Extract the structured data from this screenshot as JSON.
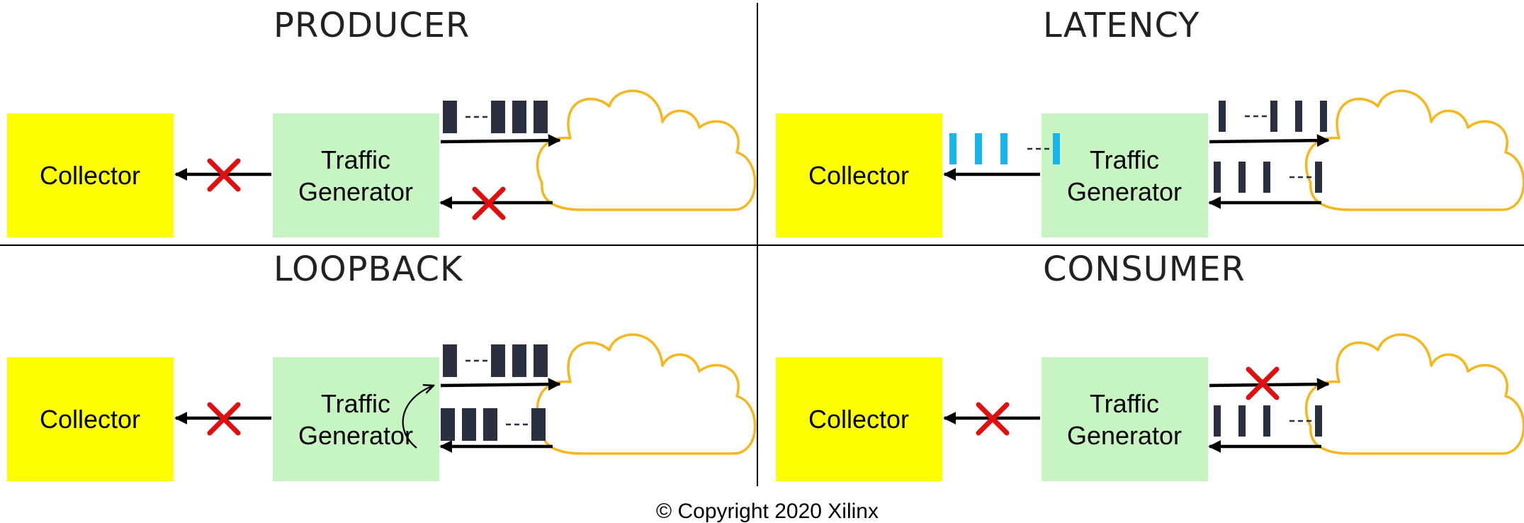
{
  "colors": {
    "collector_fill": "#ffff00",
    "generator_fill": "#c6f5c1",
    "cloud_stroke": "#f5b71c",
    "packet_dark": "#2b3040",
    "packet_blue": "#19b4ea",
    "cross_red": "#e01010",
    "line": "#000000"
  },
  "icons": {
    "cloud": "cloud-icon",
    "blocked": "x-mark-icon",
    "loop": "curved-arrow-icon"
  },
  "copyright": "© Copyright 2020 Xilinx",
  "panels": [
    {
      "id": "producer",
      "title": "PRODUCER",
      "collector_label": "Collector",
      "generator_label": [
        "Traffic",
        "Generator"
      ],
      "to_collector": "blocked",
      "to_cloud": "packets",
      "from_cloud": "blocked",
      "loopback": false
    },
    {
      "id": "latency",
      "title": "LATENCY",
      "collector_label": "Collector",
      "generator_label": [
        "Traffic",
        "Generator"
      ],
      "to_collector": "packets",
      "to_cloud": "packets",
      "from_cloud": "packets",
      "loopback": false
    },
    {
      "id": "loopback",
      "title": "LOOPBACK",
      "collector_label": "Collector",
      "generator_label": [
        "Traffic",
        "Generator"
      ],
      "to_collector": "blocked",
      "to_cloud": "packets",
      "from_cloud": "packets",
      "loopback": true
    },
    {
      "id": "consumer",
      "title": "CONSUMER",
      "collector_label": "Collector",
      "generator_label": [
        "Traffic",
        "Generator"
      ],
      "to_collector": "blocked",
      "to_cloud": "blocked",
      "from_cloud": "packets",
      "loopback": false
    }
  ]
}
